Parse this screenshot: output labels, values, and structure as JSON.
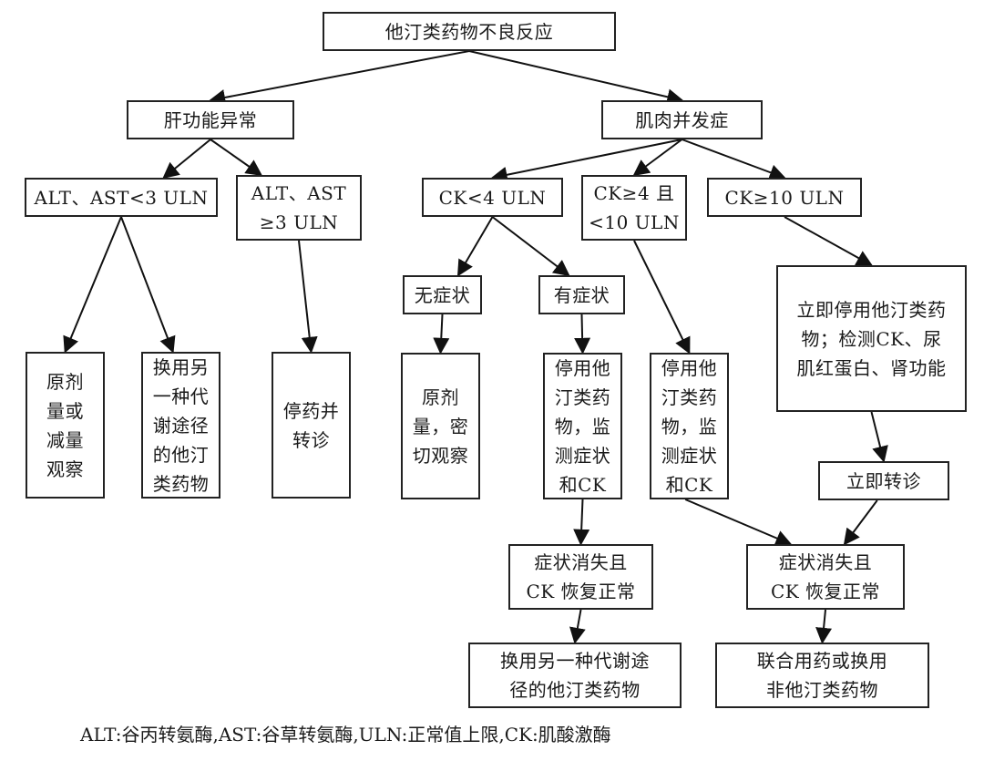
{
  "diagram": {
    "title": "他汀类药物不良反应",
    "nodes": {
      "root": "他汀类药物不良反应",
      "liver": "肝功能异常",
      "muscle": "肌肉并发症",
      "alt_low": "ALT、AST<3 ULN",
      "alt_high": "ALT、AST\n≥3 ULN",
      "ck_low": "CK<4 ULN",
      "ck_mid": "CK≥4 且\n<10 ULN",
      "ck_high": "CK≥10 ULN",
      "observe": "原剂\n量或\n减量\n观察",
      "switch_statin": "换用另\n一种代\n谢途径\n的他汀\n类药物",
      "stop_refer": "停药并\n转诊",
      "no_symptom": "无症状",
      "has_symptom": "有症状",
      "close_observe": "原剂\n量，密\n切观察",
      "stop_monitor_a": "停用他\n汀类药\n物，监\n测症状\n和CK",
      "stop_monitor_b": "停用他\n汀类药\n物，监\n测症状\n和CK",
      "stop_test": "立即停用他汀类药\n物；检测CK、尿\n肌红蛋白、肾功能",
      "refer_now": "立即转诊",
      "resolved_a": "症状消失且\nCK 恢复正常",
      "resolved_b": "症状消失且\nCK 恢复正常",
      "switch_statin_b": "换用另一种代谢途\n径的他汀类药物",
      "combo_or_nonstatin": "联合用药或换用\n非他汀类药物"
    },
    "edges": [
      [
        "root",
        "liver"
      ],
      [
        "root",
        "muscle"
      ],
      [
        "liver",
        "alt_low"
      ],
      [
        "liver",
        "alt_high"
      ],
      [
        "alt_low",
        "observe"
      ],
      [
        "alt_low",
        "switch_statin"
      ],
      [
        "alt_high",
        "stop_refer"
      ],
      [
        "muscle",
        "ck_low"
      ],
      [
        "muscle",
        "ck_mid"
      ],
      [
        "muscle",
        "ck_high"
      ],
      [
        "ck_low",
        "no_symptom"
      ],
      [
        "ck_low",
        "has_symptom"
      ],
      [
        "no_symptom",
        "close_observe"
      ],
      [
        "has_symptom",
        "stop_monitor_a"
      ],
      [
        "ck_mid",
        "stop_monitor_b"
      ],
      [
        "ck_high",
        "stop_test"
      ],
      [
        "stop_test",
        "refer_now"
      ],
      [
        "stop_monitor_a",
        "resolved_a"
      ],
      [
        "resolved_a",
        "switch_statin_b"
      ],
      [
        "stop_monitor_b",
        "resolved_b"
      ],
      [
        "refer_now",
        "resolved_b"
      ],
      [
        "resolved_b",
        "combo_or_nonstatin"
      ]
    ],
    "caption": "ALT:谷丙转氨酶,AST:谷草转氨酶,ULN:正常值上限,CK:肌酸激酶"
  }
}
